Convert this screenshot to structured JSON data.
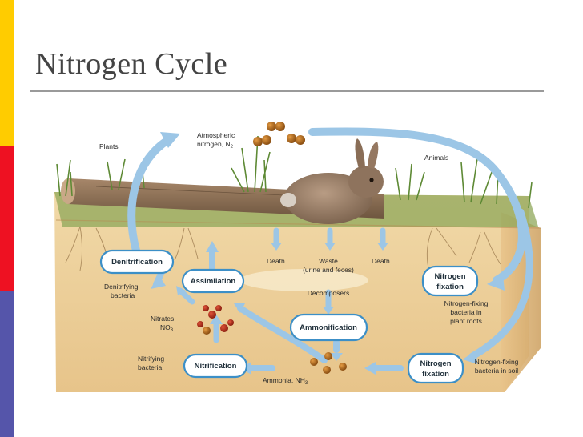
{
  "slide": {
    "title": "Nitrogen Cycle",
    "colors": {
      "bar_yellow": "#FFCC00",
      "bar_red": "#EE1122",
      "bar_blue": "#5555AA",
      "arrow": "#9CC6E6",
      "box_border": "#3C8FC7"
    }
  },
  "diagram": {
    "labels": {
      "plants": "Plants",
      "atmospheric_1": "Atmospheric",
      "atmospheric_2": "nitrogen, N",
      "atmospheric_sub": "2",
      "animals": "Animals",
      "death_1": "Death",
      "waste_1": "Waste",
      "waste_2": "(urine and feces)",
      "death_2": "Death",
      "decomposers": "Decomposers",
      "denitrifying_1": "Denitrifying",
      "denitrifying_2": "bacteria",
      "nitrates_1": "Nitrates,",
      "nitrates_2": "NO",
      "nitrates_sub": "3",
      "nitrifying_1": "Nitrifying",
      "nitrifying_2": "bacteria",
      "ammonia": "Ammonia, NH",
      "ammonia_sub": "3",
      "fixing_roots_1": "Nitrogen-fixing",
      "fixing_roots_2": "bacteria in",
      "fixing_roots_3": "plant roots",
      "fixing_soil_1": "Nitrogen-fixing",
      "fixing_soil_2": "bacteria in soil"
    },
    "boxes": {
      "denitrification": "Denitrification",
      "assimilation": "Assimilation",
      "ammonification": "Ammonification",
      "nitrification": "Nitrification",
      "nitrogen_fixation_top_1": "Nitrogen",
      "nitrogen_fixation_top_2": "fixation",
      "nitrogen_fixation_bottom_1": "Nitrogen",
      "nitrogen_fixation_bottom_2": "fixation"
    }
  }
}
